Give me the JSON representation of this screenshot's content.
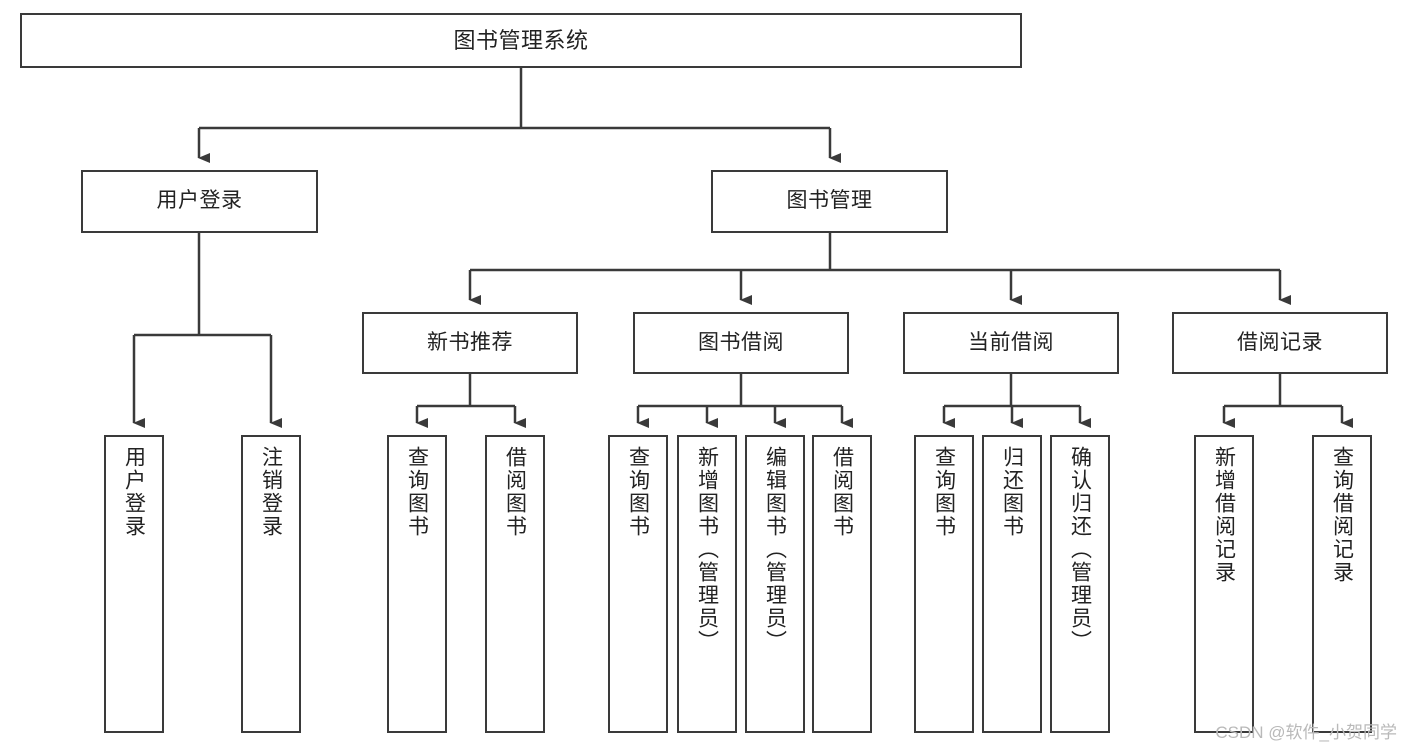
{
  "diagram": {
    "type": "tree-hierarchy-functional-decomposition",
    "title": "图书管理系统",
    "root": {
      "id": "root",
      "label": "图书管理系统",
      "orientation": "horizontal"
    },
    "level1": [
      {
        "id": "user-login",
        "label": "用户登录",
        "orientation": "horizontal"
      },
      {
        "id": "book-management",
        "label": "图书管理",
        "orientation": "horizontal"
      }
    ],
    "level2": [
      {
        "id": "new-book-recommend",
        "label": "新书推荐",
        "orientation": "horizontal",
        "parent": "book-management"
      },
      {
        "id": "book-borrow",
        "label": "图书借阅",
        "orientation": "horizontal",
        "parent": "book-management"
      },
      {
        "id": "current-borrow",
        "label": "当前借阅",
        "orientation": "horizontal",
        "parent": "book-management"
      },
      {
        "id": "borrow-record",
        "label": "借阅记录",
        "orientation": "horizontal",
        "parent": "book-management"
      }
    ],
    "leaves": [
      {
        "id": "leaf-user-login",
        "label": "用户登录",
        "parent": "user-login",
        "orientation": "vertical"
      },
      {
        "id": "leaf-logout-login",
        "label": "注销登录",
        "parent": "user-login",
        "orientation": "vertical"
      },
      {
        "id": "leaf-query-book-1",
        "label": "查询图书",
        "parent": "new-book-recommend",
        "orientation": "vertical"
      },
      {
        "id": "leaf-borrow-book-1",
        "label": "借阅图书",
        "parent": "new-book-recommend",
        "orientation": "vertical"
      },
      {
        "id": "leaf-query-book-2",
        "label": "查询图书",
        "parent": "book-borrow",
        "orientation": "vertical"
      },
      {
        "id": "leaf-add-book",
        "label": "新增图书（管理员）",
        "parent": "book-borrow",
        "orientation": "vertical"
      },
      {
        "id": "leaf-edit-book",
        "label": "编辑图书（管理员）",
        "parent": "book-borrow",
        "orientation": "vertical"
      },
      {
        "id": "leaf-borrow-book-2",
        "label": "借阅图书",
        "parent": "book-borrow",
        "orientation": "vertical"
      },
      {
        "id": "leaf-query-book-3",
        "label": "查询图书",
        "parent": "current-borrow",
        "orientation": "vertical"
      },
      {
        "id": "leaf-return-book",
        "label": "归还图书",
        "parent": "current-borrow",
        "orientation": "vertical"
      },
      {
        "id": "leaf-confirm-return",
        "label": "确认归还（管理员）",
        "parent": "current-borrow",
        "orientation": "vertical"
      },
      {
        "id": "leaf-add-record",
        "label": "新增借阅记录",
        "parent": "borrow-record",
        "orientation": "vertical"
      },
      {
        "id": "leaf-query-record",
        "label": "查询借阅记录",
        "parent": "borrow-record",
        "orientation": "vertical"
      }
    ],
    "colors": {
      "stroke": "#3a3a3a",
      "background": "#ffffff",
      "text": "#222222",
      "watermark": "#b9b9b9"
    }
  },
  "watermark": {
    "text": "CSDN @软件_小贺同学"
  }
}
